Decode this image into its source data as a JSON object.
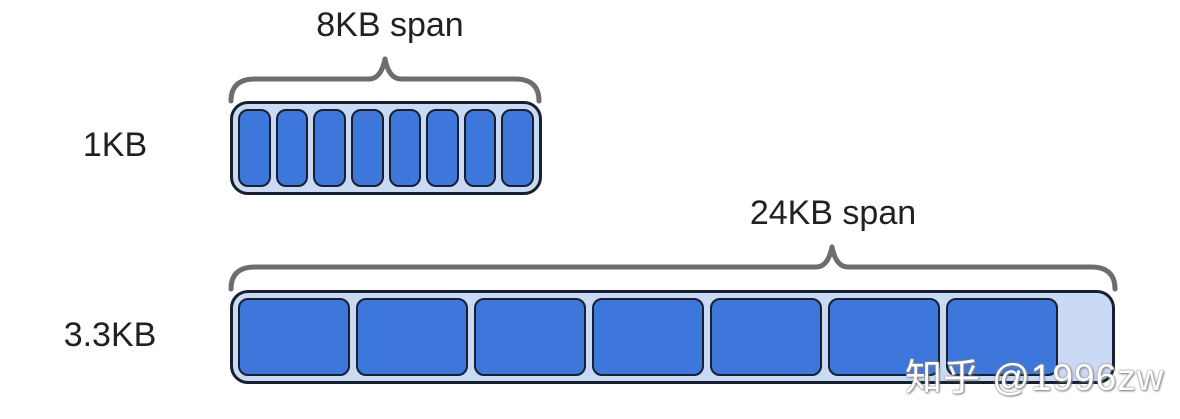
{
  "colors": {
    "bg": "#ffffff",
    "block-fill": "#3e77db",
    "container-fill": "#cad9f4",
    "outline": "#16202f",
    "brace": "#6d6d6d",
    "text": "#202124"
  },
  "rows": [
    {
      "size_label": "1KB",
      "span_label": "8KB span",
      "block_count": 8
    },
    {
      "size_label": "3.3KB",
      "span_label": "24KB span",
      "block_count": 7
    }
  ],
  "watermark": {
    "text": "知乎 @1996zw"
  }
}
